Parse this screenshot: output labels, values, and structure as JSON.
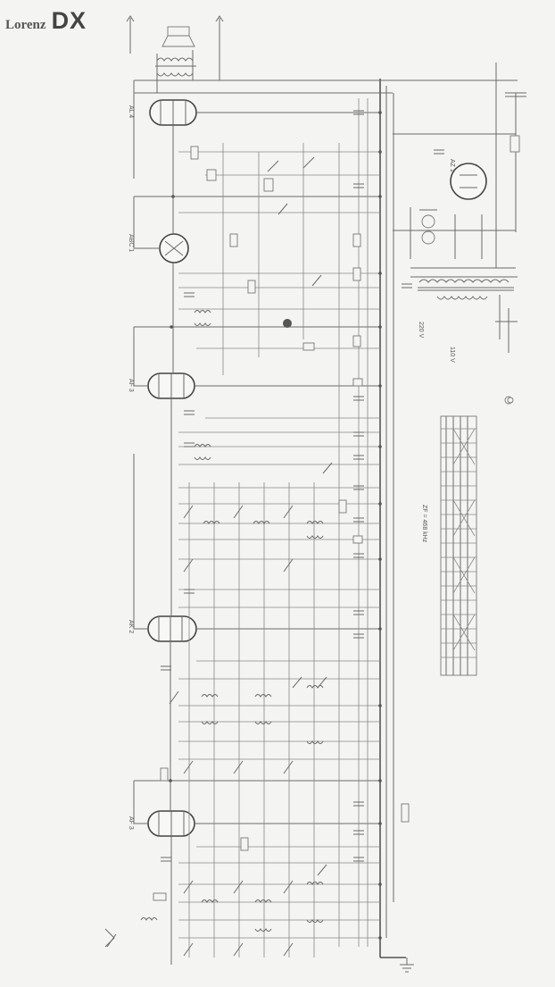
{
  "title": {
    "brand": "Lorenz",
    "model": "DX"
  },
  "tubes": [
    {
      "id": "al4",
      "label": "AL 4"
    },
    {
      "id": "abc1",
      "label": "ABC 1"
    },
    {
      "id": "af3a",
      "label": "AF 3"
    },
    {
      "id": "ak2",
      "label": "AK 2"
    },
    {
      "id": "af3b",
      "label": "AF 3"
    }
  ],
  "rectifier": {
    "label": "AZ 1"
  },
  "annotations": {
    "if_frequency": "ZF = 468 kHz",
    "mains_voltage": "110 V",
    "mains_tap": "220 V"
  },
  "colors": {
    "ink": "#555555",
    "paper": "#f4f4f2"
  }
}
